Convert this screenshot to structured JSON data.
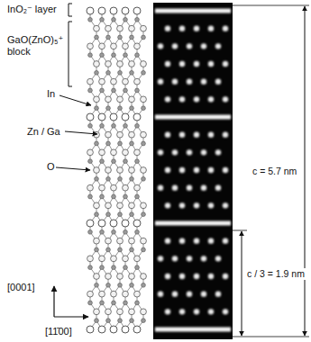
{
  "diagram": {
    "labels": [
      "InO₂⁻ layer",
      "GaO(ZnO)₅⁺ block",
      "In",
      "Zn / Ga",
      "O",
      "c = 5.7 nm",
      "c / 3 = 1.9 nm",
      "[0001]",
      "[11̄00]"
    ]
  }
}
